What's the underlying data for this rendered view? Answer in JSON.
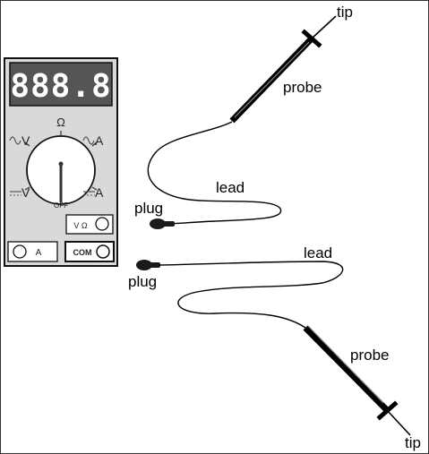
{
  "meter": {
    "display": "888.8",
    "dial_top_label": "Ω",
    "dial_left_top": "V",
    "dial_right_top": "A",
    "dial_left_bottom": "V",
    "dial_right_bottom": "A",
    "dial_off": "OFF",
    "jack_vohm": "V Ω",
    "jack_a": "A",
    "jack_com": "COM"
  },
  "labels": {
    "tip_top": "tip",
    "probe_top": "probe",
    "lead_top": "lead",
    "plug_top": "plug",
    "lead_bottom": "lead",
    "plug_bottom": "plug",
    "probe_bottom": "probe",
    "tip_bottom": "tip"
  },
  "colors": {
    "meter_body": "#d9d9d9",
    "display_bg": "#555555",
    "segment": "#ffffff",
    "ink": "#000000"
  }
}
